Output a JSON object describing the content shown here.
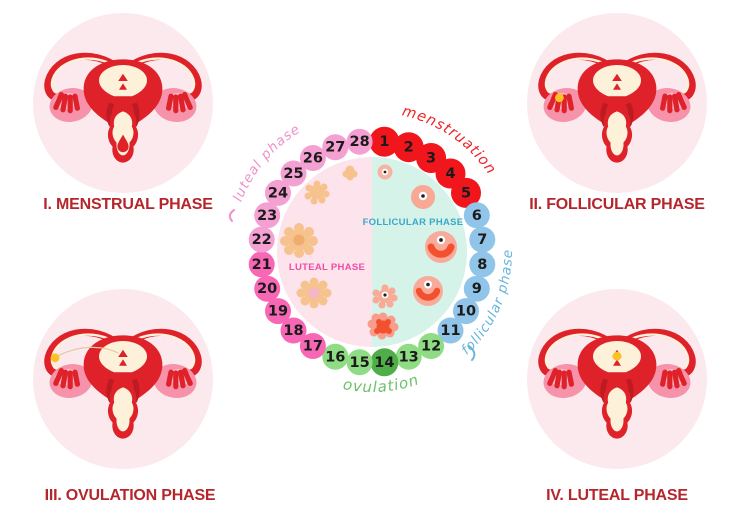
{
  "corners": [
    {
      "id": "menstrual",
      "label": "I. MENSTRUAL PHASE"
    },
    {
      "id": "follicular",
      "label": "II. FOLLICULAR PHASE"
    },
    {
      "id": "ovulation",
      "label": "III. OVULATION PHASE"
    },
    {
      "id": "luteal",
      "label": "IV. LUTEAL PHASE"
    }
  ],
  "cycle": {
    "arc_labels": {
      "menstruation": "menstruation",
      "follicular": "follicular phase",
      "ovulation": "ovulation",
      "luteal": "luteal phase"
    },
    "inner_labels": {
      "follicular": "FOLLICULAR PHASE",
      "luteal": "LUTEAL PHASE"
    },
    "phase_ranges": [
      {
        "name": "menstruation",
        "days": "1-5",
        "color": "#f0161c"
      },
      {
        "name": "follicular phase",
        "days": "6-11",
        "color": "#90c4e9"
      },
      {
        "name": "ovulation",
        "days": "12-16",
        "color": "#8edd84",
        "peak_day": 14,
        "peak_color": "#4fae47"
      },
      {
        "name": "luteal phase",
        "days": "17-21",
        "color": "#f867b6"
      },
      {
        "name": "luteal phase",
        "days": "22-28",
        "color": "#f4a0d2"
      }
    ],
    "days": [
      {
        "n": 1,
        "color": "#f0161c",
        "r": 15
      },
      {
        "n": 2,
        "color": "#f0161c",
        "r": 15
      },
      {
        "n": 3,
        "color": "#f0161c",
        "r": 15
      },
      {
        "n": 4,
        "color": "#f0161c",
        "r": 15
      },
      {
        "n": 5,
        "color": "#f0161c",
        "r": 15
      },
      {
        "n": 6,
        "color": "#90c4e9",
        "r": 13
      },
      {
        "n": 7,
        "color": "#90c4e9",
        "r": 13
      },
      {
        "n": 8,
        "color": "#90c4e9",
        "r": 13
      },
      {
        "n": 9,
        "color": "#90c4e9",
        "r": 13
      },
      {
        "n": 10,
        "color": "#90c4e9",
        "r": 13
      },
      {
        "n": 11,
        "color": "#90c4e9",
        "r": 13
      },
      {
        "n": 12,
        "color": "#8edd84",
        "r": 13
      },
      {
        "n": 13,
        "color": "#8edd84",
        "r": 13
      },
      {
        "n": 14,
        "color": "#4fae47",
        "r": 14
      },
      {
        "n": 15,
        "color": "#8edd84",
        "r": 13
      },
      {
        "n": 16,
        "color": "#8edd84",
        "r": 13
      },
      {
        "n": 17,
        "color": "#f867b6",
        "r": 13
      },
      {
        "n": 18,
        "color": "#f867b6",
        "r": 13
      },
      {
        "n": 19,
        "color": "#f867b6",
        "r": 13
      },
      {
        "n": 20,
        "color": "#f867b6",
        "r": 13
      },
      {
        "n": 21,
        "color": "#f867b6",
        "r": 13
      },
      {
        "n": 22,
        "color": "#f4a0d2",
        "r": 13
      },
      {
        "n": 23,
        "color": "#f4a0d2",
        "r": 13
      },
      {
        "n": 24,
        "color": "#f4a0d2",
        "r": 13
      },
      {
        "n": 25,
        "color": "#f4a0d2",
        "r": 13
      },
      {
        "n": 26,
        "color": "#f4a0d2",
        "r": 13
      },
      {
        "n": 27,
        "color": "#f4a0d2",
        "r": 13
      },
      {
        "n": 28,
        "color": "#f4a0d2",
        "r": 13
      }
    ]
  },
  "colors": {
    "arc_menstruation": "#ee2429",
    "arc_follicular": "#66b5dc",
    "arc_ovulation": "#6cc069",
    "arc_luteal": "#f090c8",
    "inner_follicular_text": "#3ba7c9",
    "inner_luteal_text": "#ee4da2",
    "pie_left": "#fde3ec",
    "pie_right": "#d5f3e8",
    "corner_label": "#b5262c",
    "corner_circle_bg": "#fbe9ed",
    "uterus_red": "#df2129",
    "uterus_cream": "#fdf1da",
    "ovary_pink": "#f693ab",
    "egg_yellow": "#fcc223"
  }
}
